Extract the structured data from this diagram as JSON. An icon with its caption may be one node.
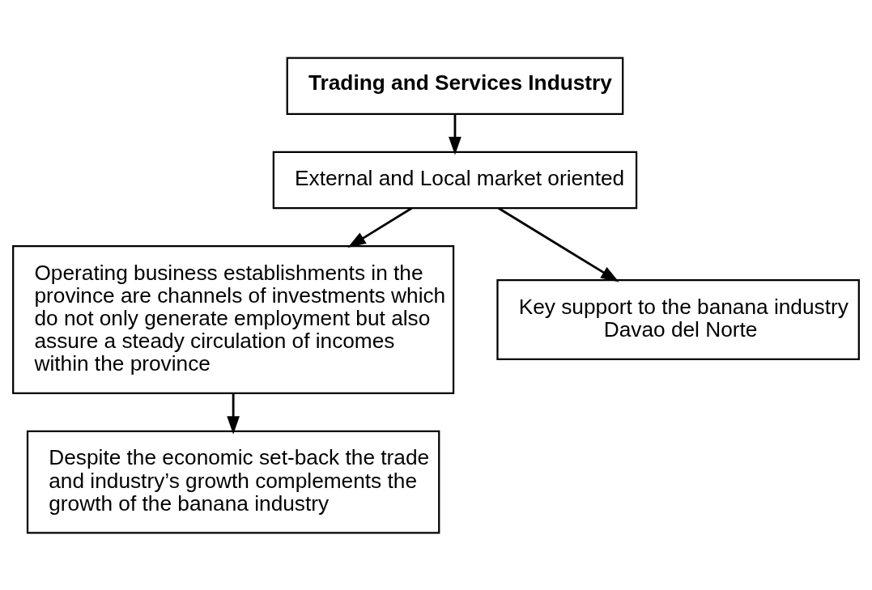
{
  "diagram": {
    "nodes": [
      {
        "text": [
          "Trading and Services Industry"
        ]
      },
      {
        "text": [
          "External and Local market oriented"
        ]
      },
      {
        "text": [
          "Operating business establishments in the province are channels of investments which do not only generate employment but also assure a steady circulation of incomes within the province"
        ]
      },
      {
        "text": [
          "Key support to the banana industry Davao del Norte"
        ]
      },
      {
        "text": [
          "Despite the economic set-back the trade and industry’s growth complements the growth of the banana industry"
        ]
      }
    ],
    "edges": [
      {
        "from": 0,
        "to": 1,
        "arrow": "to"
      },
      {
        "from": 1,
        "to": 2,
        "arrow": "to"
      },
      {
        "from": 1,
        "to": 3,
        "arrow": "to"
      },
      {
        "from": 2,
        "to": 4,
        "arrow": "to"
      }
    ]
  }
}
